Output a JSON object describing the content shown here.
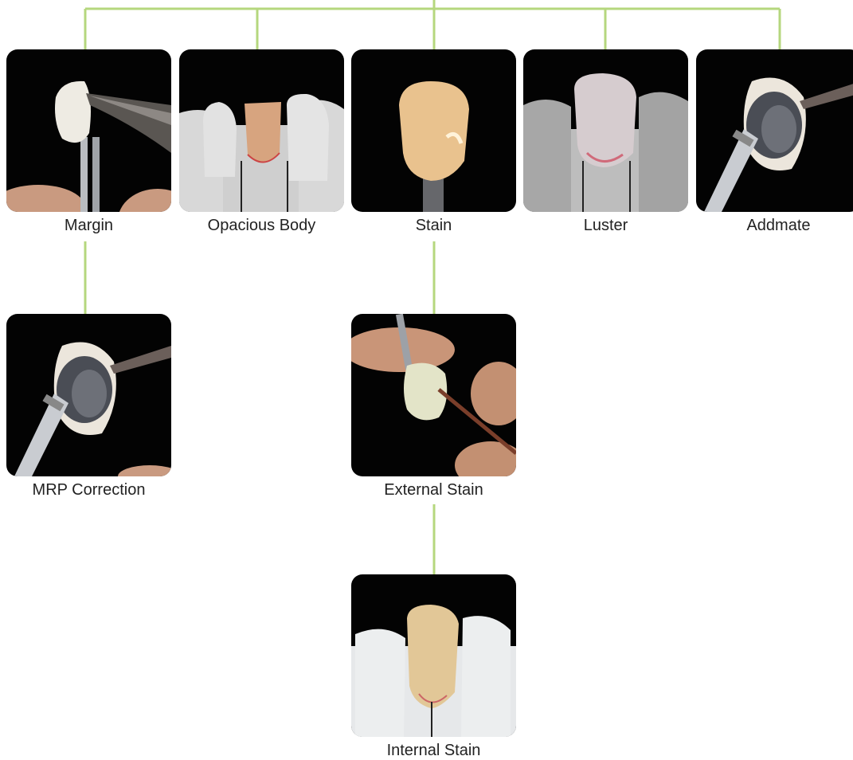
{
  "colors": {
    "connector": "#b5d77e",
    "photo_background": "#030303",
    "label_text": "#222222"
  },
  "nodes": [
    {
      "label": "Margin",
      "photo": "tooth-held-in-tweezers-with-brush"
    },
    {
      "label": "Opacious Body",
      "photo": "crown-on-model"
    },
    {
      "label": "Stain",
      "photo": "single-crown-on-rod"
    },
    {
      "label": "Luster",
      "photo": "crown-on-model-with-luster"
    },
    {
      "label": "Addmate",
      "photo": "crown-held-by-clamp-with-brush"
    },
    {
      "label": "MRP Correction",
      "photo": "crown-held-by-clamp-with-brush"
    },
    {
      "label": "External Stain",
      "photo": "crown-painted-with-fine-brush"
    },
    {
      "label": "Internal Stain",
      "photo": "stained-crown-on-model"
    }
  ]
}
